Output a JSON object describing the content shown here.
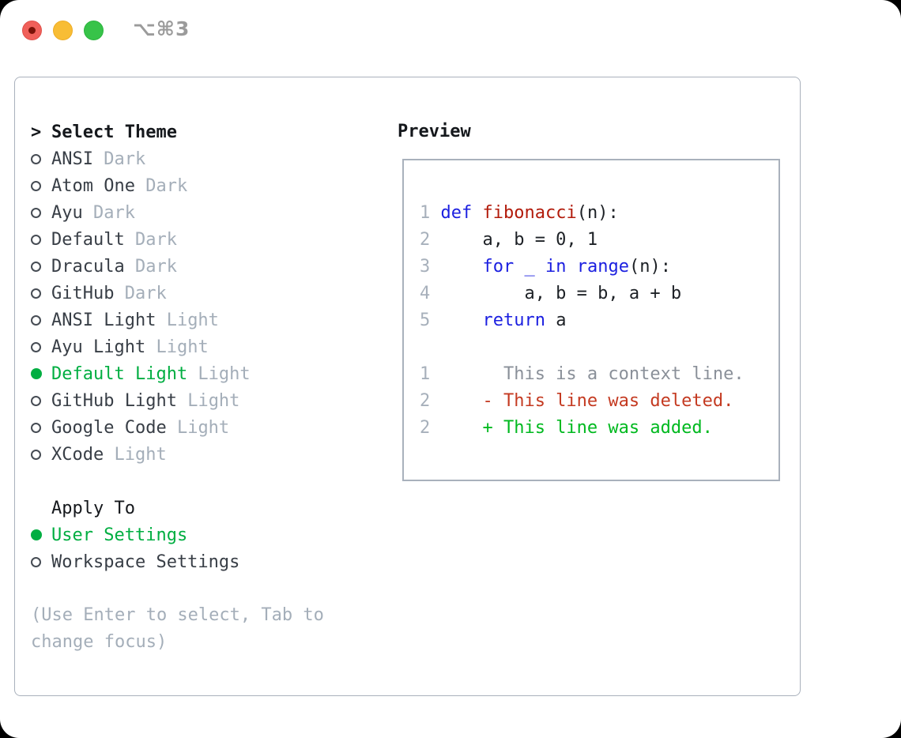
{
  "window": {
    "shortcut_label": "⌥⌘3"
  },
  "colors": {
    "accent_green": "#00ae41",
    "keyword_blue": "#1b1fe0",
    "function_red": "#b21b0b",
    "diff_deleted_red": "#c43a21",
    "diff_added_green": "#00b91f",
    "muted_gray": "#a4aeb9"
  },
  "theme_list": {
    "cursor": ">",
    "header": "Select Theme",
    "items": [
      {
        "name": "ANSI",
        "variant": "Dark",
        "selected": false
      },
      {
        "name": "Atom One",
        "variant": "Dark",
        "selected": false
      },
      {
        "name": "Ayu",
        "variant": "Dark",
        "selected": false
      },
      {
        "name": "Default",
        "variant": "Dark",
        "selected": false
      },
      {
        "name": "Dracula",
        "variant": "Dark",
        "selected": false
      },
      {
        "name": "GitHub",
        "variant": "Dark",
        "selected": false
      },
      {
        "name": "ANSI Light",
        "variant": "Light",
        "selected": false
      },
      {
        "name": "Ayu Light",
        "variant": "Light",
        "selected": false
      },
      {
        "name": "Default Light",
        "variant": "Light",
        "selected": true
      },
      {
        "name": "GitHub Light",
        "variant": "Light",
        "selected": false
      },
      {
        "name": "Google Code",
        "variant": "Light",
        "selected": false
      },
      {
        "name": "XCode",
        "variant": "Light",
        "selected": false
      }
    ]
  },
  "apply_to": {
    "header": "Apply To",
    "options": [
      {
        "label": "User Settings",
        "selected": true
      },
      {
        "label": "Workspace Settings",
        "selected": false
      }
    ]
  },
  "hint": "(Use Enter to select, Tab to change focus)",
  "preview": {
    "title": "Preview",
    "code_lines": [
      {
        "num": "1",
        "tokens": [
          {
            "t": "def",
            "c": "kw"
          },
          {
            "t": " ",
            "c": "pl"
          },
          {
            "t": "fibonacci",
            "c": "fn"
          },
          {
            "t": "(n):",
            "c": "pl"
          }
        ]
      },
      {
        "num": "2",
        "tokens": [
          {
            "t": "    a, b = 0, 1",
            "c": "pl"
          }
        ]
      },
      {
        "num": "3",
        "tokens": [
          {
            "t": "    ",
            "c": "pl"
          },
          {
            "t": "for",
            "c": "kw"
          },
          {
            "t": " ",
            "c": "pl"
          },
          {
            "t": "_",
            "c": "kw"
          },
          {
            "t": " ",
            "c": "pl"
          },
          {
            "t": "in",
            "c": "kw"
          },
          {
            "t": " ",
            "c": "pl"
          },
          {
            "t": "range",
            "c": "kw"
          },
          {
            "t": "(n):",
            "c": "pl"
          }
        ]
      },
      {
        "num": "4",
        "tokens": [
          {
            "t": "        a, b = b, a + b",
            "c": "pl"
          }
        ]
      },
      {
        "num": "5",
        "tokens": [
          {
            "t": "    ",
            "c": "pl"
          },
          {
            "t": "return",
            "c": "kw"
          },
          {
            "t": " a",
            "c": "pl"
          }
        ]
      }
    ],
    "diff_lines": [
      {
        "num": "1",
        "tokens": [
          {
            "t": "      This is a context line.",
            "c": "ctx"
          }
        ]
      },
      {
        "num": "2",
        "tokens": [
          {
            "t": "    - This line was deleted.",
            "c": "del"
          }
        ]
      },
      {
        "num": "2",
        "tokens": [
          {
            "t": "    + This line was added.",
            "c": "add"
          }
        ]
      }
    ]
  }
}
